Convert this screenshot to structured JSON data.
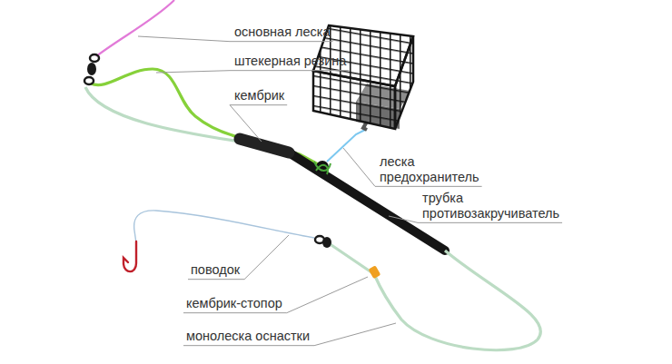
{
  "diagram": {
    "labels": [
      "основная леска",
      "штекерная резина",
      "кембрик",
      "леска предохранитель",
      "трубка противозакручиватель",
      "поводок",
      "кембрик-стопор",
      "монолеска оснастки"
    ]
  }
}
